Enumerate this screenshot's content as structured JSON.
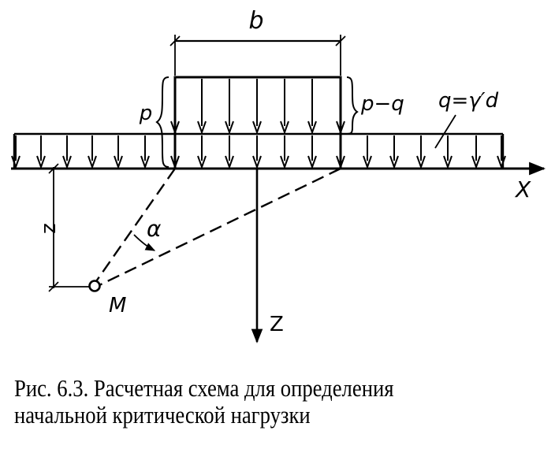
{
  "diagram": {
    "labels": {
      "b": "b",
      "p": "p",
      "p_minus_q": "p−q",
      "q_eq": "q=γ′d",
      "x_axis": "X",
      "z_axis": "Z",
      "z_depth": "z",
      "alpha": "α",
      "point": "M"
    }
  },
  "caption": {
    "line1": "Рис. 6.3. Расчетная схема для определения",
    "line2": "начальной критической нагрузки"
  }
}
